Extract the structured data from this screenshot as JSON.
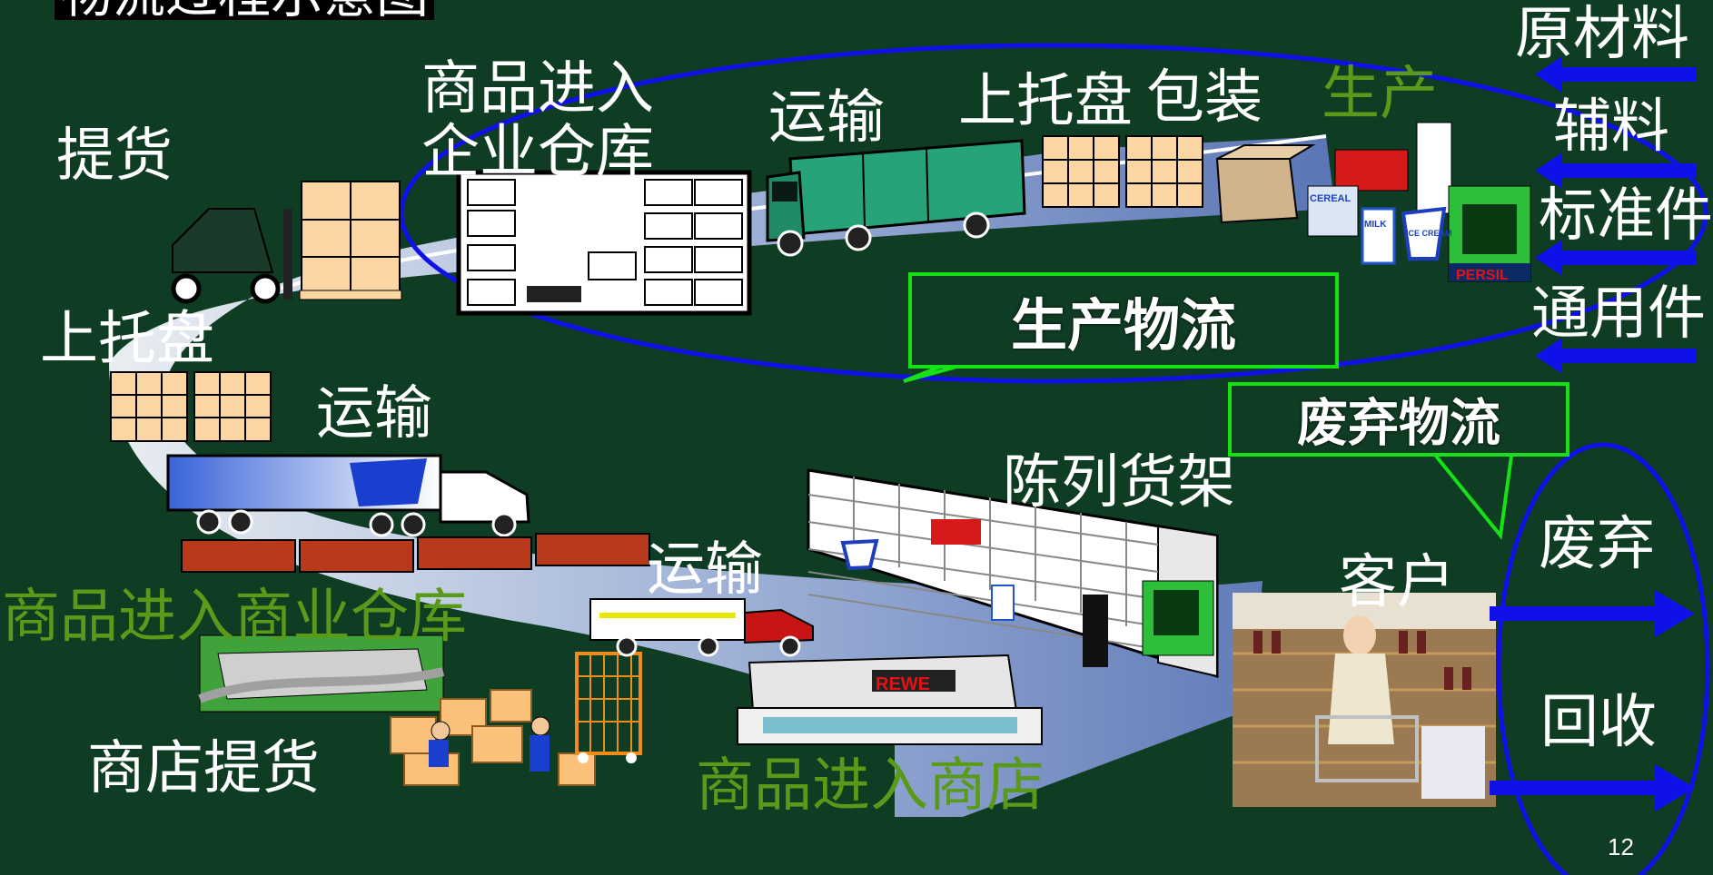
{
  "title": "物流过程示意图",
  "labels": {
    "pickup": "提货",
    "goods_to_enterprise_wh_line1": "商品进入",
    "goods_to_enterprise_wh_line2": "企业仓库",
    "transport_top": "运输",
    "palletize_top": "上托盘",
    "packaging": "包装",
    "production": "生产",
    "palletize_left": "上托盘",
    "transport_mid": "运输",
    "goods_to_commercial_wh": "商品进入商业仓库",
    "display_shelf": "陈列货架",
    "transport_bottom": "运输",
    "customer": "客户",
    "store_pickup": "商店提货",
    "goods_to_store": "商品进入商店",
    "raw_materials": "原材料",
    "auxiliary": "辅料",
    "standard_parts": "标准件",
    "general_parts": "通用件",
    "discard": "废弃",
    "recycle": "回收",
    "production_logistics": "生产物流",
    "waste_logistics": "废弃物流",
    "store_sign": "REWE",
    "brand_persil": "PERSIL",
    "brand_cereal": "CEREAL",
    "brand_milk": "MILK",
    "brand_ice": "ICE CREAM"
  },
  "page_number": "12",
  "colors": {
    "background": "#0f3d23",
    "label_white": "#ffffff",
    "label_green": "#5a9a1a",
    "ellipse_blue": "#1010e8",
    "callout_green": "#16e016",
    "road_light": "#c8d6ee",
    "road_dark": "#6f87c4"
  }
}
